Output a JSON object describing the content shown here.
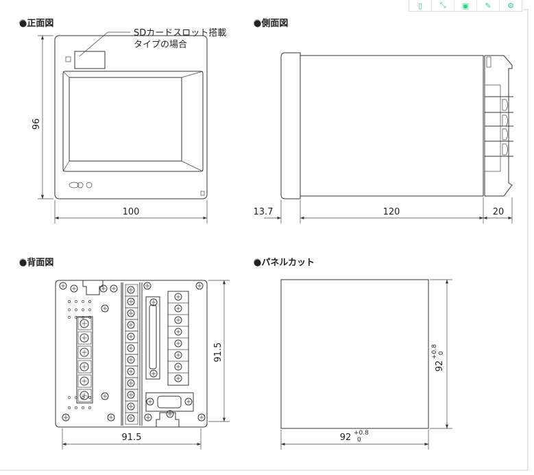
{
  "toolbar": {
    "items": [
      {
        "icon": "mobile-icon"
      },
      {
        "icon": "expand-icon"
      },
      {
        "icon": "save-icon"
      },
      {
        "icon": "edit-icon"
      },
      {
        "icon": "gear-icon"
      }
    ],
    "accent_color": "#2ecc8a"
  },
  "front": {
    "title": "●正面図",
    "note_line1": "SDカードスロット搭載",
    "note_line2": "タイプの場合",
    "dim_height": "96",
    "dim_width": "100"
  },
  "side": {
    "title": "●側面図",
    "dim_bezel": "13.7",
    "dim_body": "120",
    "dim_terminal": "20"
  },
  "back": {
    "title": "●背面図",
    "dim_height": "91.5",
    "dim_width": "91.5"
  },
  "panel_cut": {
    "title": "●パネルカット",
    "dim_value": "92",
    "tol_upper": "+0.8",
    "tol_lower": "0"
  }
}
